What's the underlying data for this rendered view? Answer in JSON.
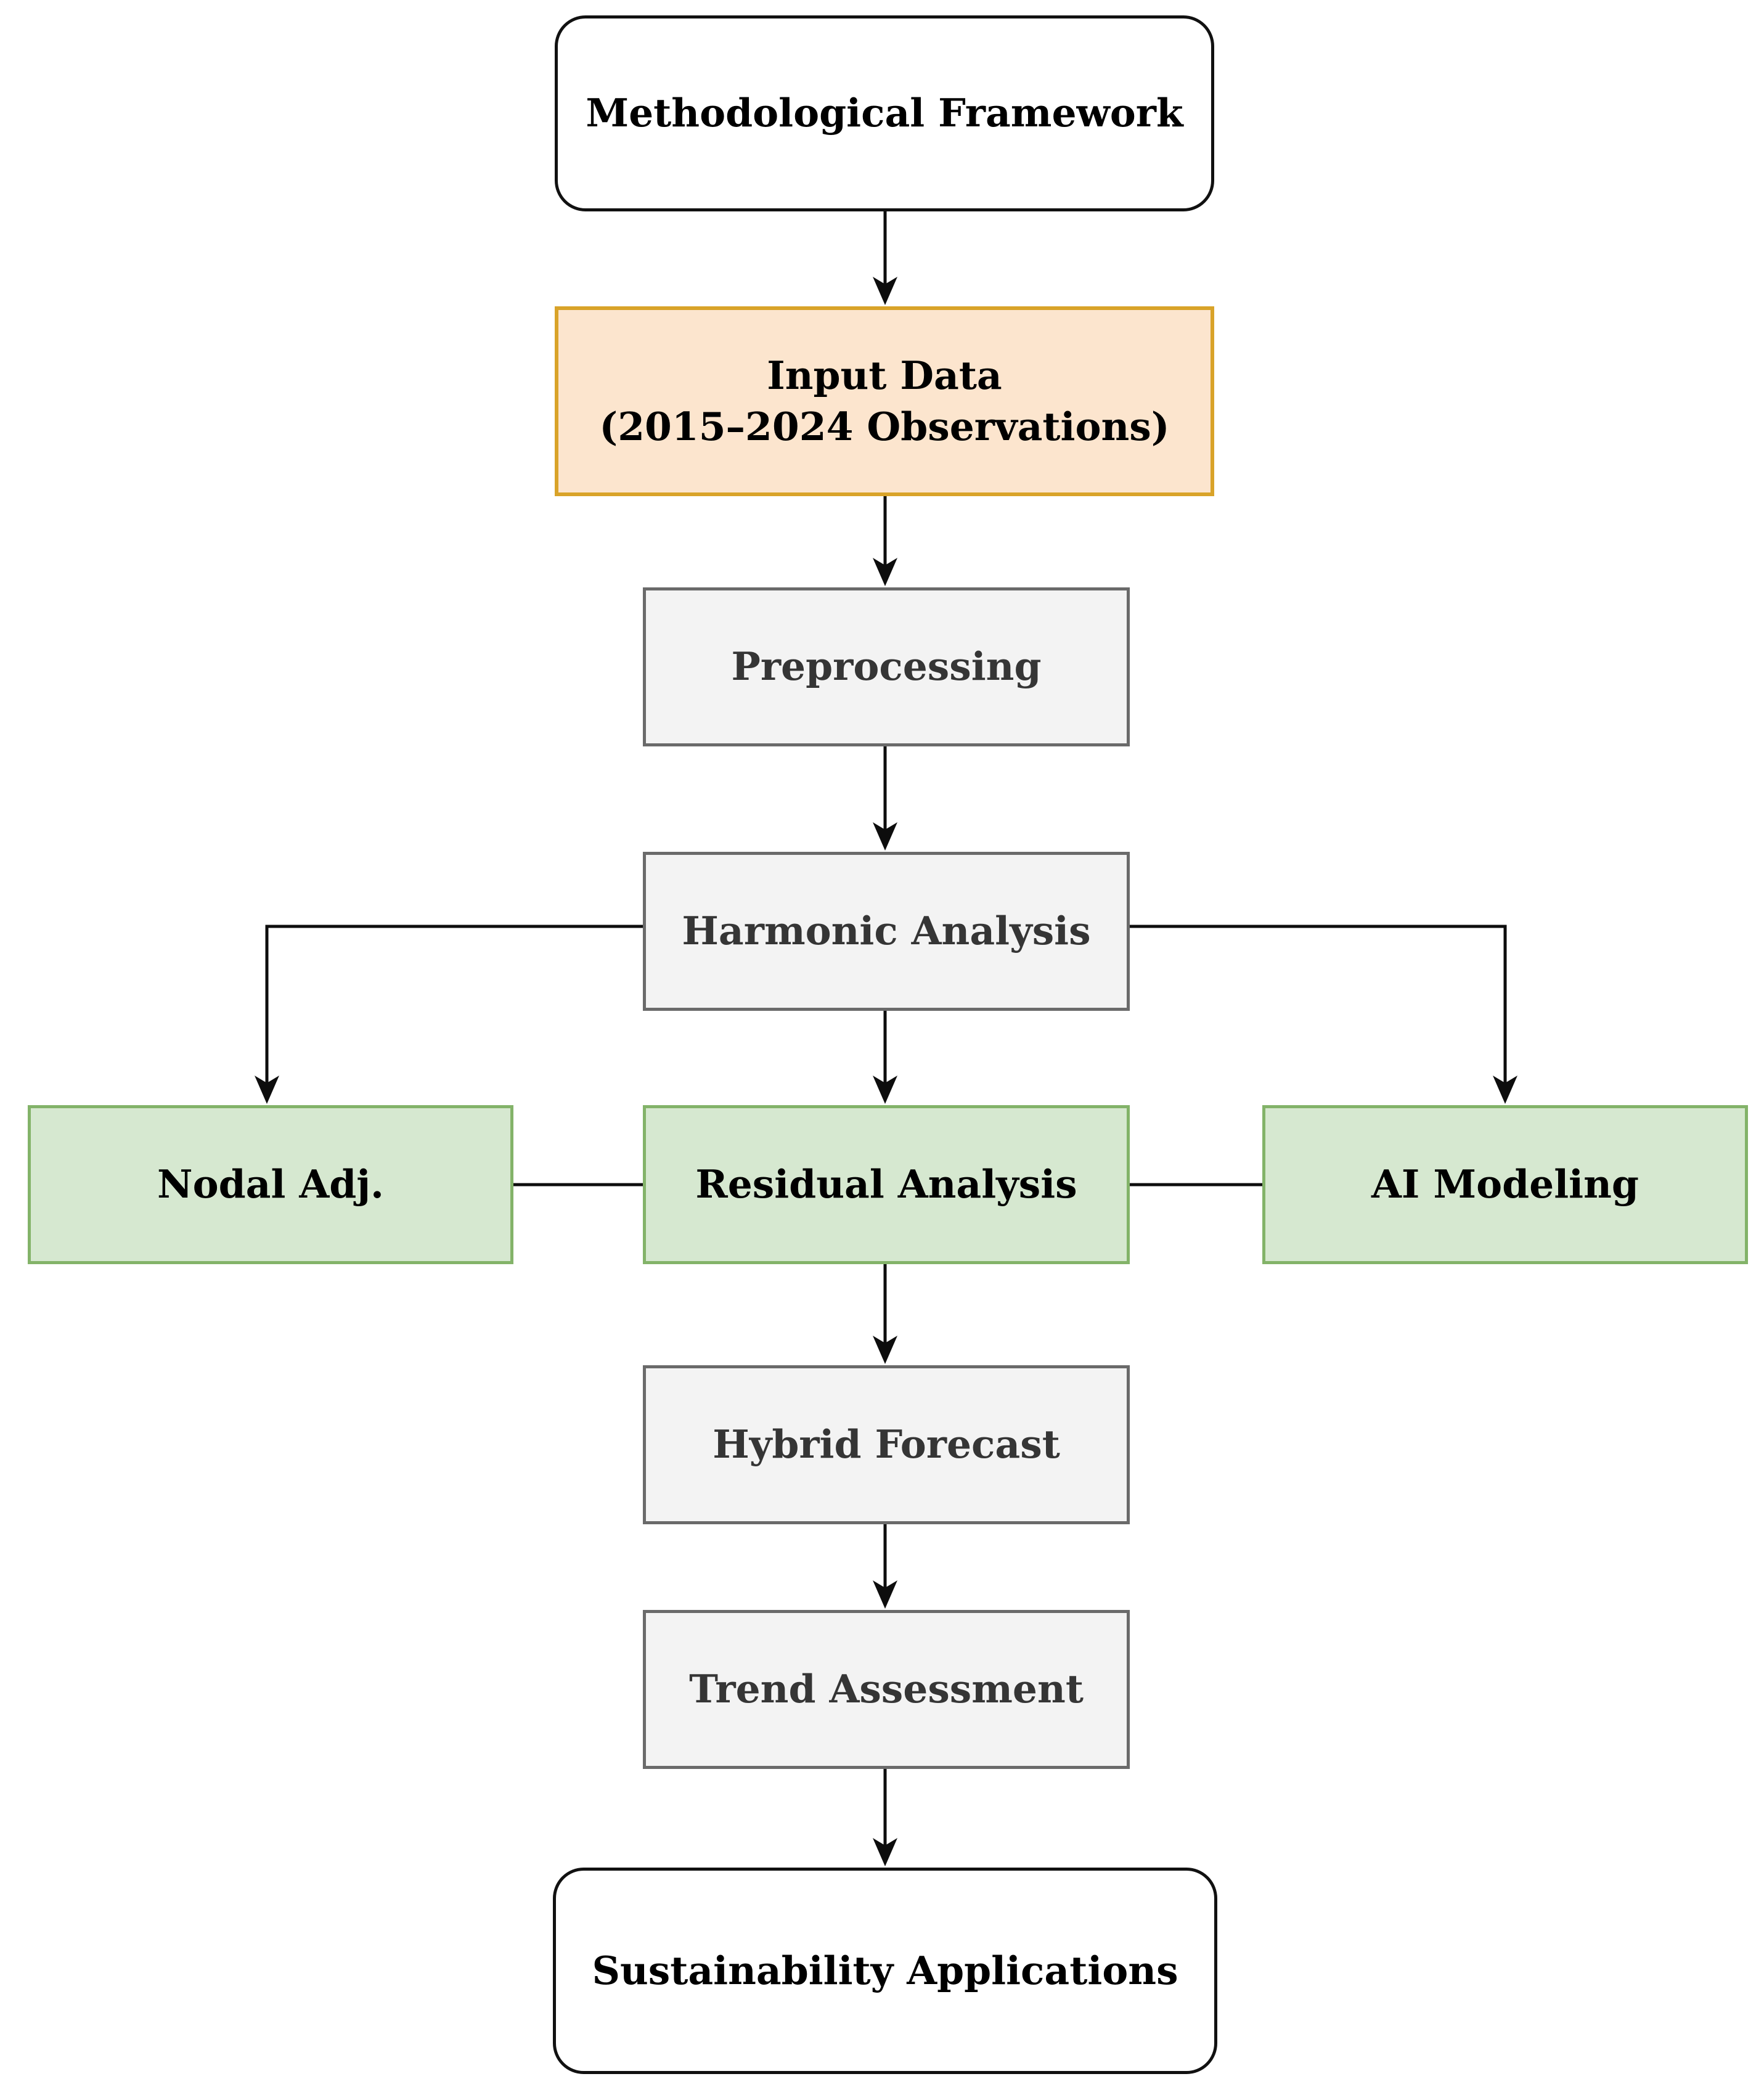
{
  "diagram": {
    "nodes": {
      "framework": {
        "label": "Methodological Framework",
        "shape": "rounded-terminal"
      },
      "input_data": {
        "line1": "Input Data",
        "line2": "(2015–2024 Observations)",
        "shape": "highlighted-rectangle-orange"
      },
      "preprocessing": {
        "label": "Preprocessing",
        "shape": "process-rectangle-gray"
      },
      "harmonic_analysis": {
        "label": "Harmonic Analysis",
        "shape": "process-rectangle-gray"
      },
      "nodal_adjustment": {
        "label": "Nodal Adj.",
        "shape": "highlighted-rectangle-green"
      },
      "residual_analysis": {
        "label": "Residual Analysis",
        "shape": "highlighted-rectangle-green"
      },
      "ai_modeling": {
        "label": "AI Modeling",
        "shape": "highlighted-rectangle-green"
      },
      "hybrid_forecast": {
        "label": "Hybrid Forecast",
        "shape": "process-rectangle-gray"
      },
      "trend_assessment": {
        "label": "Trend Assessment",
        "shape": "process-rectangle-gray"
      },
      "sustainability_applications": {
        "label": "Sustainability Applications",
        "shape": "rounded-terminal"
      }
    },
    "edges": [
      {
        "from": "framework",
        "to": "input_data",
        "arrow": true
      },
      {
        "from": "input_data",
        "to": "preprocessing",
        "arrow": true
      },
      {
        "from": "preprocessing",
        "to": "harmonic_analysis",
        "arrow": true
      },
      {
        "from": "harmonic_analysis",
        "to": "nodal_adjustment",
        "arrow": true
      },
      {
        "from": "harmonic_analysis",
        "to": "residual_analysis",
        "arrow": true
      },
      {
        "from": "harmonic_analysis",
        "to": "ai_modeling",
        "arrow": true
      },
      {
        "from": "nodal_adjustment",
        "to": "residual_analysis",
        "arrow": false
      },
      {
        "from": "residual_analysis",
        "to": "ai_modeling",
        "arrow": false
      },
      {
        "from": "residual_analysis",
        "to": "hybrid_forecast",
        "arrow": true
      },
      {
        "from": "hybrid_forecast",
        "to": "trend_assessment",
        "arrow": true
      },
      {
        "from": "trend_assessment",
        "to": "sustainability_applications",
        "arrow": true
      }
    ],
    "colors": {
      "white_fill": "#FFFFFF",
      "terminal_border": "#111111",
      "orange_fill": "#FCE5CE",
      "orange_border": "#D9A329",
      "gray_fill": "#F3F3F3",
      "gray_border": "#6A6A6A",
      "gray_text": "#353535",
      "green_fill": "#D6E8D0",
      "green_border": "#83B369",
      "line": "#0D0D0D"
    }
  }
}
